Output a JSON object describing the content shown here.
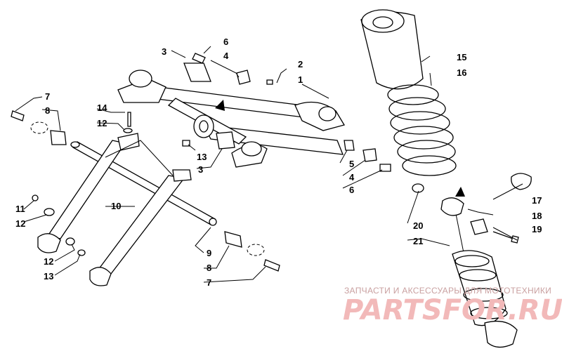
{
  "labels": {
    "l15": "15",
    "l16": "16",
    "l6a": "6",
    "l4a": "4",
    "l3a": "3",
    "l2": "2",
    "l1": "1",
    "l7a": "7",
    "l8a": "8",
    "l14": "14",
    "l12a": "12",
    "l13a": "13",
    "l3b": "3",
    "l5": "5",
    "l4b": "4",
    "l6b": "6",
    "l17": "17",
    "l18": "18",
    "l19": "19",
    "l20": "20",
    "l21": "21",
    "l11": "11",
    "l12b": "12",
    "l10": "10",
    "l12c": "12",
    "l13b": "13",
    "l9": "9",
    "l8b": "8",
    "l7b": "7"
  },
  "watermark": {
    "caption": "ЗАПЧАСТИ И АКСЕССУАРЫ ДЛЯ МОТОТЕХНИКИ",
    "brand": "PARTSFOR.RU"
  },
  "colors": {
    "line": "#000000",
    "watermark_text": "#c9a0a0",
    "watermark_brand": "#f2b9b9"
  }
}
